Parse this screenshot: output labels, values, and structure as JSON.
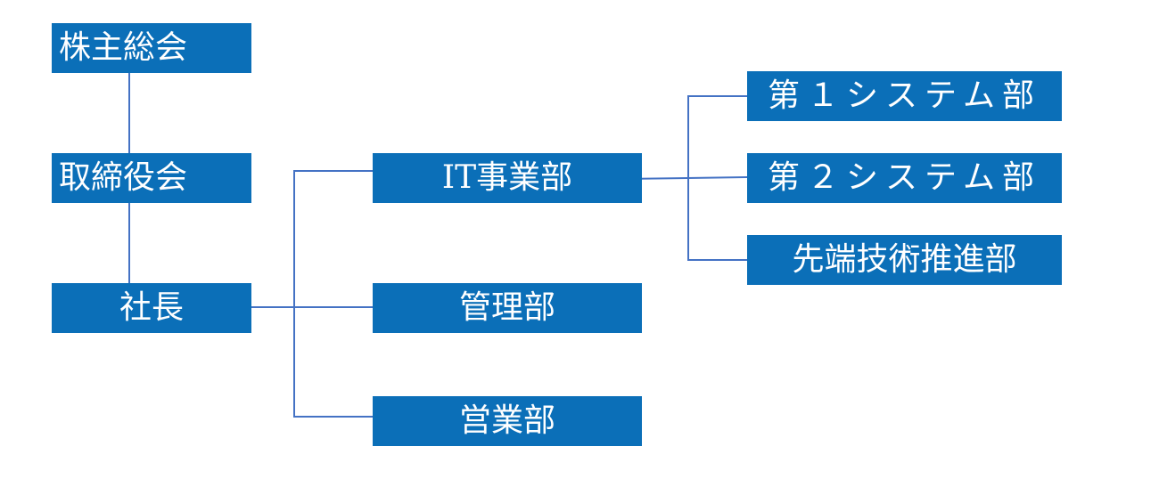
{
  "org_chart": {
    "nodes": {
      "shareholders": "株主総会",
      "board": "取締役会",
      "president": "社長",
      "it_division": "IT事業部",
      "admin": "管理部",
      "sales": "営業部",
      "system1": "第１システム部",
      "system2": "第２システム部",
      "advanced_tech": "先端技術推進部"
    }
  },
  "colors": {
    "box_fill": "#0b6fb8",
    "connector": "#4472c4"
  }
}
